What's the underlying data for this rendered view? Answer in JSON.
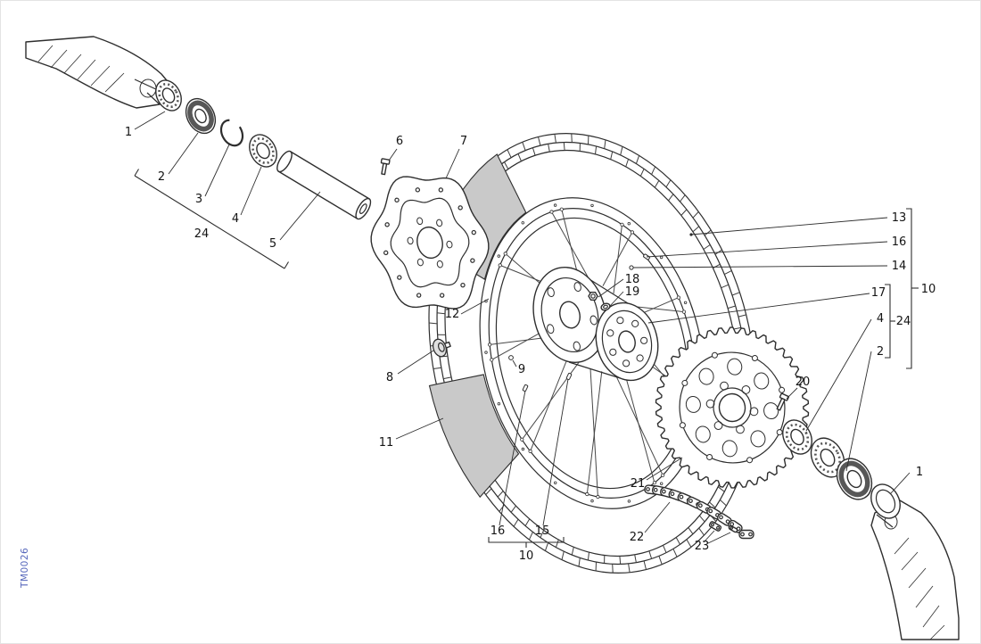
{
  "figure": {
    "code": "TM0026"
  },
  "colors": {
    "line": "#2e2e2e",
    "patch_gray": "#c9c9c9",
    "code_blue": "#5566bb",
    "background": "#ffffff"
  },
  "callouts": [
    {
      "text": "1"
    },
    {
      "text": "2"
    },
    {
      "text": "3"
    },
    {
      "text": "4"
    },
    {
      "text": "24"
    },
    {
      "text": "5"
    },
    {
      "text": "6"
    },
    {
      "text": "7"
    },
    {
      "text": "13"
    },
    {
      "text": "16"
    },
    {
      "text": "14"
    },
    {
      "text": "10"
    },
    {
      "text": "17"
    },
    {
      "text": "4"
    },
    {
      "text": "24"
    },
    {
      "text": "2"
    },
    {
      "text": "18"
    },
    {
      "text": "19"
    },
    {
      "text": "12"
    },
    {
      "text": "8"
    },
    {
      "text": "9"
    },
    {
      "text": "11"
    },
    {
      "text": "20"
    },
    {
      "text": "21"
    },
    {
      "text": "22"
    },
    {
      "text": "23"
    },
    {
      "text": "16"
    },
    {
      "text": "15"
    },
    {
      "text": "10"
    },
    {
      "text": "1"
    }
  ]
}
